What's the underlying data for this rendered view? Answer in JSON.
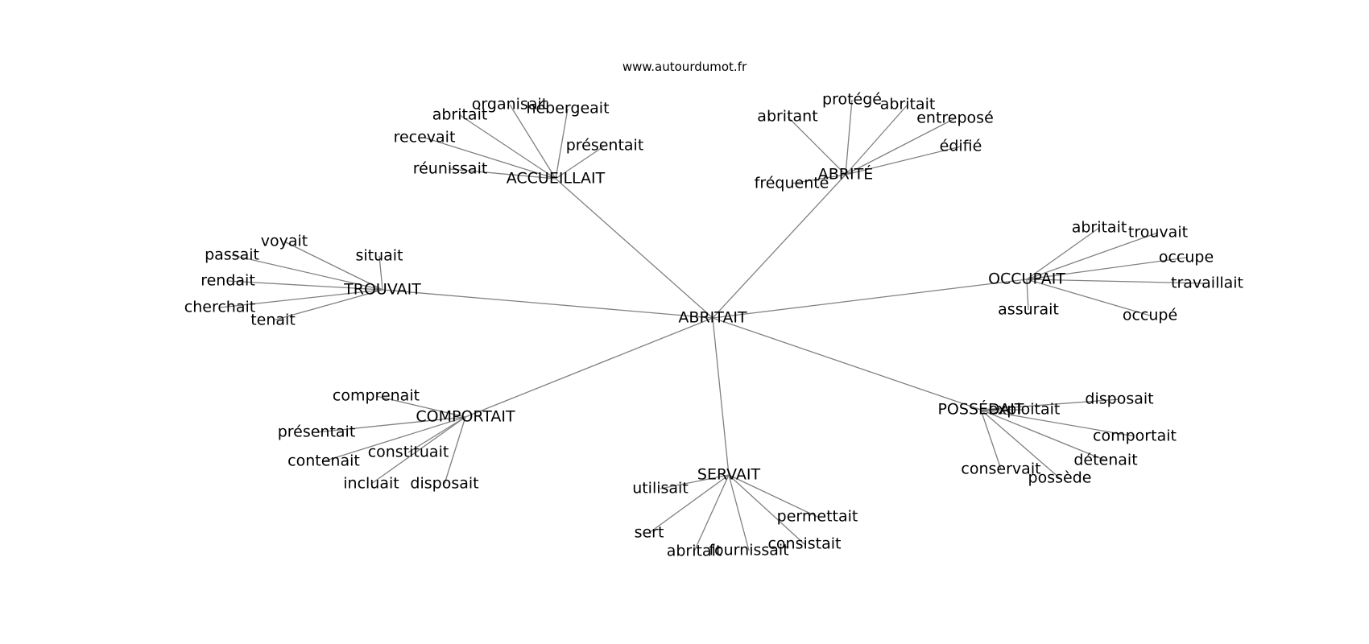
{
  "site": "www.autourdumot.fr",
  "graph": {
    "center": "ABRITAIT",
    "groups": [
      {
        "hub": "ACCUEILLAIT",
        "leaves": [
          "organisait",
          "hébergeait",
          "abritait",
          "recevait",
          "présentait",
          "réunissait"
        ]
      },
      {
        "hub": "ABRITÉ",
        "leaves": [
          "abritant",
          "protégé",
          "abritait",
          "entreposé",
          "édifié",
          "fréquenté"
        ]
      },
      {
        "hub": "TROUVAIT",
        "leaves": [
          "voyait",
          "passait",
          "situait",
          "rendait",
          "cherchait",
          "tenait"
        ]
      },
      {
        "hub": "OCCUPAIT",
        "leaves": [
          "abritait",
          "trouvait",
          "occupe",
          "travaillait",
          "assurait",
          "occupé"
        ]
      },
      {
        "hub": "COMPORTAIT",
        "leaves": [
          "comprenait",
          "présentait",
          "constituait",
          "contenait",
          "incluait",
          "disposait"
        ]
      },
      {
        "hub": "SERVAIT",
        "leaves": [
          "utilisait",
          "permettait",
          "sert",
          "consistait",
          "abritait",
          "fournissait"
        ]
      },
      {
        "hub": "POSSÉDAIT",
        "leaves": [
          "disposait",
          "exploitait",
          "comportait",
          "détenait",
          "conservait",
          "possède"
        ]
      }
    ]
  }
}
